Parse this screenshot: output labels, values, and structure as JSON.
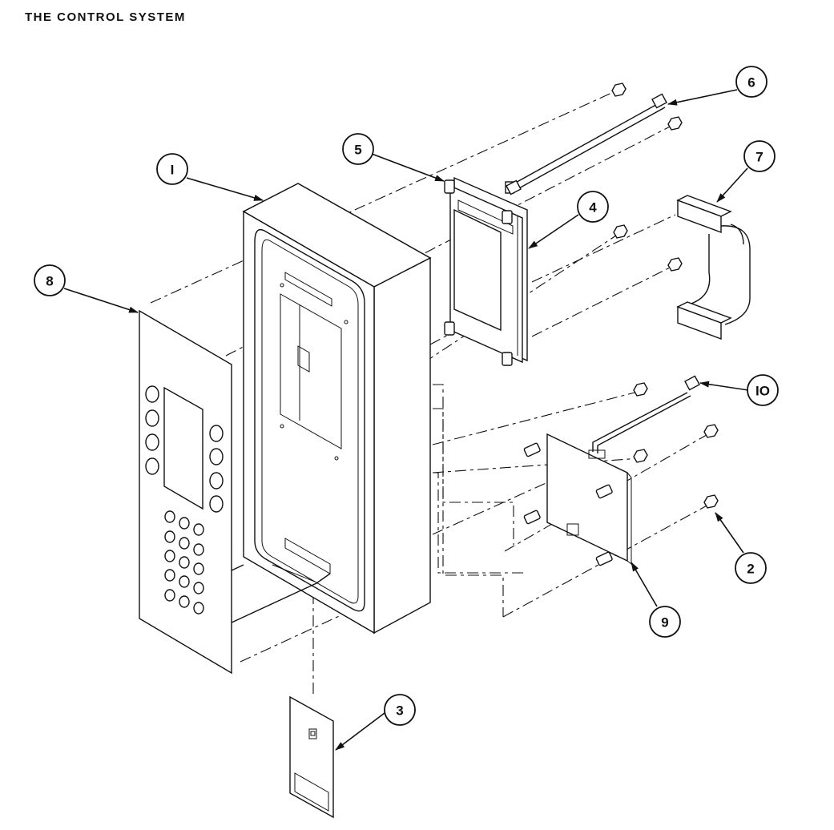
{
  "title": "THE CONTROL SYSTEM",
  "callouts": [
    {
      "id": "1",
      "label": "I"
    },
    {
      "id": "2",
      "label": "2"
    },
    {
      "id": "3",
      "label": "3"
    },
    {
      "id": "4",
      "label": "4"
    },
    {
      "id": "5",
      "label": "5"
    },
    {
      "id": "6",
      "label": "6"
    },
    {
      "id": "7",
      "label": "7"
    },
    {
      "id": "8",
      "label": "8"
    },
    {
      "id": "9",
      "label": "9"
    },
    {
      "id": "10",
      "label": "IO"
    }
  ]
}
